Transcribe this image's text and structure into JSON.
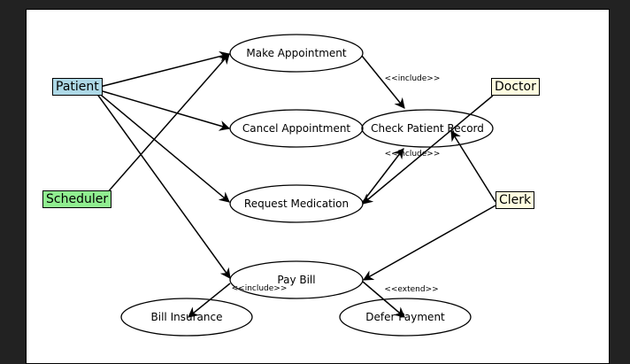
{
  "diagram": {
    "type": "use-case",
    "actors": [
      {
        "id": "patient",
        "label": "Patient",
        "color": "#add8e6"
      },
      {
        "id": "scheduler",
        "label": "Scheduler",
        "color": "#90ee90"
      },
      {
        "id": "doctor",
        "label": "Doctor",
        "color": "#fffde0"
      },
      {
        "id": "clerk",
        "label": "Clerk",
        "color": "#fffde0"
      }
    ],
    "use_cases": [
      {
        "id": "make",
        "label": "Make Appointment"
      },
      {
        "id": "cancel",
        "label": "Cancel Appointment"
      },
      {
        "id": "check",
        "label": "Check Patient Record"
      },
      {
        "id": "request",
        "label": "Request Medication"
      },
      {
        "id": "pay",
        "label": "Pay Bill"
      },
      {
        "id": "insurance",
        "label": "Bill Insurance"
      },
      {
        "id": "defer",
        "label": "Defer Payment"
      }
    ],
    "relations": [
      {
        "from": "patient",
        "to": "make",
        "kind": "association"
      },
      {
        "from": "patient",
        "to": "cancel",
        "kind": "association"
      },
      {
        "from": "patient",
        "to": "request",
        "kind": "association"
      },
      {
        "from": "patient",
        "to": "pay",
        "kind": "association"
      },
      {
        "from": "scheduler",
        "to": "make",
        "kind": "association"
      },
      {
        "from": "doctor",
        "to": "request",
        "kind": "association"
      },
      {
        "from": "clerk",
        "to": "check",
        "kind": "association"
      },
      {
        "from": "clerk",
        "to": "pay",
        "kind": "association"
      },
      {
        "from": "make",
        "to": "check",
        "kind": "include",
        "label": "<<include>>"
      },
      {
        "from": "request",
        "to": "check",
        "kind": "include",
        "label": "<<include>>"
      },
      {
        "from": "pay",
        "to": "insurance",
        "kind": "include",
        "label": "<<include>>"
      },
      {
        "from": "pay",
        "to": "defer",
        "kind": "extend",
        "label": "<<extend>>"
      }
    ]
  }
}
